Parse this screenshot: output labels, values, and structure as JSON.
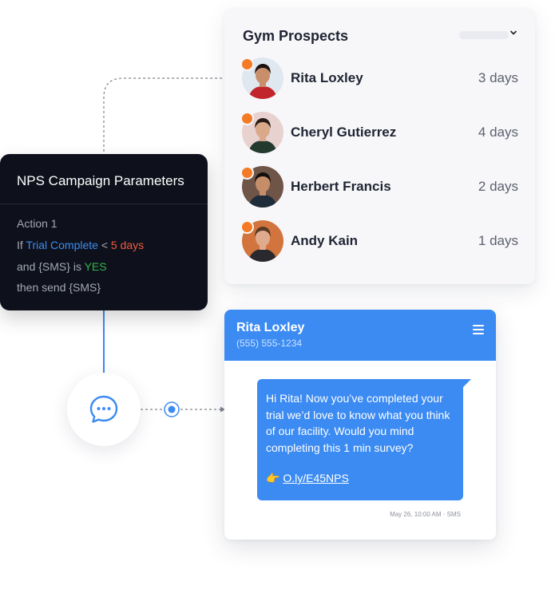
{
  "prospects": {
    "title": "Gym Prospects",
    "filter_icon": "chevron-down-icon",
    "people": [
      {
        "name": "Rita Loxley",
        "days": "3 days",
        "skin": "#c98f6b",
        "hair": "#1a1210",
        "shirt": "#c0262b",
        "bg": "#dfe7ef"
      },
      {
        "name": "Cheryl Gutierrez",
        "days": "4 days",
        "skin": "#d9a98a",
        "hair": "#2a1c16",
        "shirt": "#233a2e",
        "bg": "#e8d2cf"
      },
      {
        "name": "Herbert Francis",
        "days": "2 days",
        "skin": "#c58e69",
        "hair": "#151010",
        "shirt": "#1f2c3a",
        "bg": "#6e5548"
      },
      {
        "name": "Andy Kain",
        "days": "1 days",
        "skin": "#e0ab8c",
        "hair": "#5a3a27",
        "shirt": "#2a2a2e",
        "bg": "#d2743d"
      }
    ],
    "status_color": "#f47a25"
  },
  "nps": {
    "title": "NPS Campaign Parameters",
    "action": "Action 1",
    "if_prefix": "If",
    "trial": "Trial Complete",
    "lt": "<",
    "days": "5 days",
    "and_prefix": "and {SMS} is",
    "yes": "YES",
    "then": "then send {SMS}"
  },
  "sms": {
    "name": "Rita Loxley",
    "phone": "(555) 555-1234",
    "menu_icon": "hamburger-menu-icon",
    "message": "Hi Rita! Now you’ve completed your trial we’d love to know what you think of our facility. Would you mind completing this 1 min survey?",
    "link_emoji": "👉",
    "link": "O.ly/E45NPS",
    "meta": "May 26, 10:00 AM · SMS"
  },
  "colors": {
    "accent": "#3b8bf3",
    "dark_card": "#0e111b",
    "status_orange": "#f47a25"
  }
}
